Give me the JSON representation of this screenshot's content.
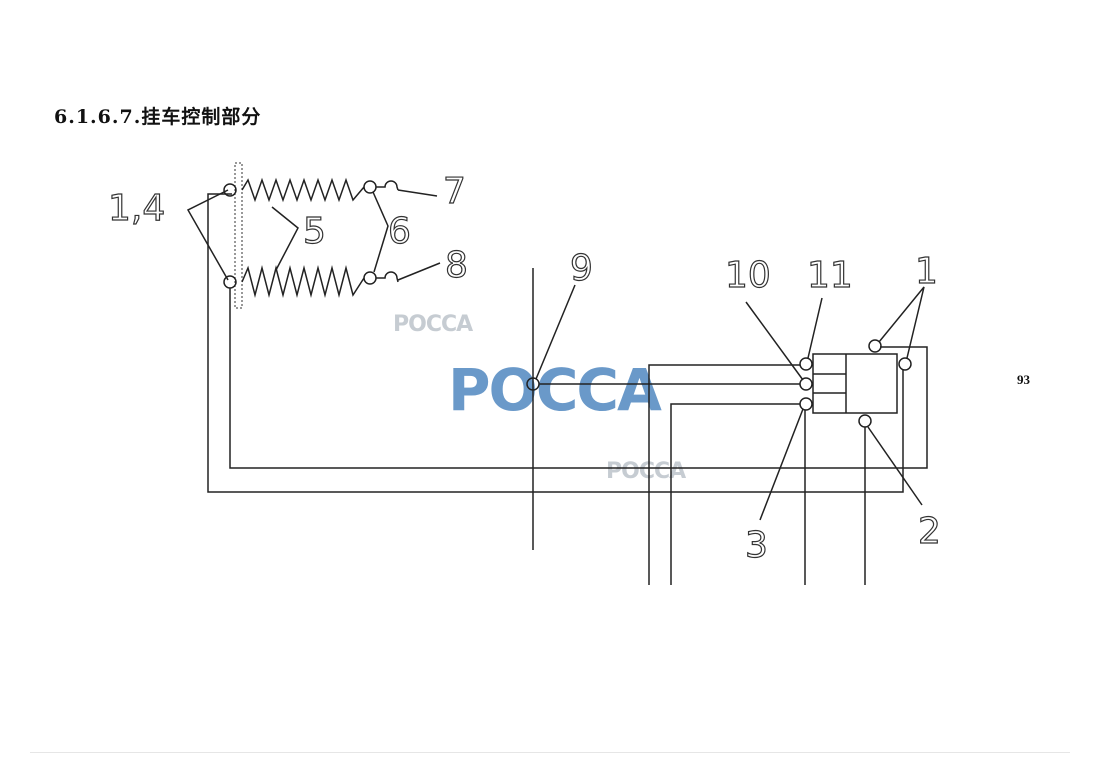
{
  "section_title": "6.1.6.7.挂车控制部分",
  "page_number": "93",
  "watermark": "POCCA",
  "diagram": {
    "labels": {
      "l14": "1,4",
      "l5": "5",
      "l6": "6",
      "l7": "7",
      "l8": "8",
      "l9": "9",
      "l10": "10",
      "l11": "11",
      "l1": "1",
      "l2": "2",
      "l3": "3"
    }
  }
}
